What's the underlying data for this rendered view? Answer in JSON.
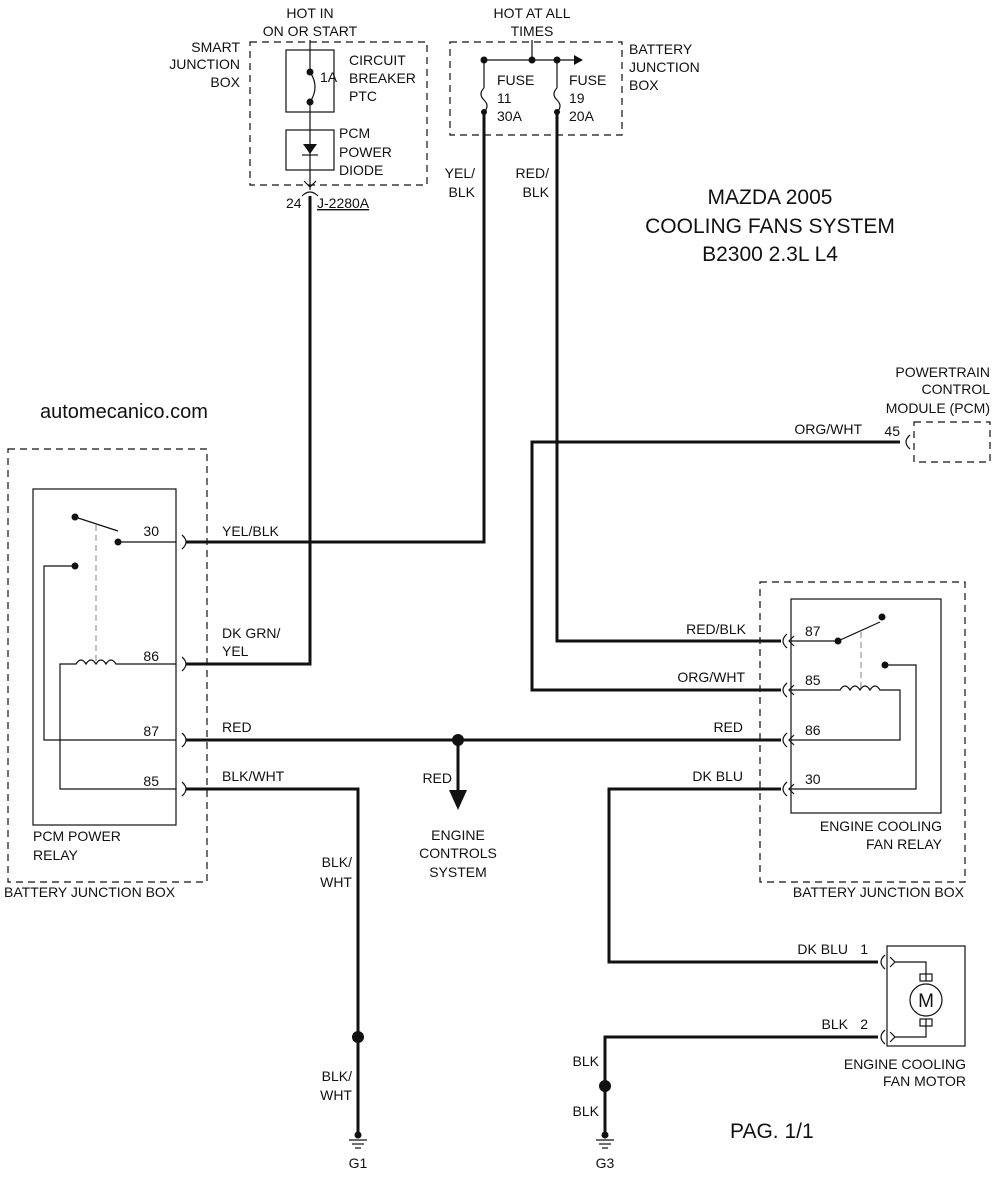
{
  "title": {
    "line1": "MAZDA 2005",
    "line2": "COOLING FANS SYSTEM",
    "line3": "B2300 2.3L L4"
  },
  "watermark": "automecanico.com",
  "page_label": "PAG. 1/1",
  "smart_junction_box": {
    "label": [
      "SMART",
      "JUNCTION",
      "BOX"
    ],
    "supply": [
      "HOT IN",
      "ON OR START"
    ],
    "breaker_rating": "1A",
    "breaker_label": [
      "CIRCUIT",
      "BREAKER",
      "PTC"
    ],
    "diode_label": [
      "PCM",
      "POWER",
      "DIODE"
    ],
    "pin": "24",
    "connector": "J-2280A"
  },
  "battery_junction_box_top": {
    "label": [
      "BATTERY",
      "JUNCTION",
      "BOX"
    ],
    "supply": [
      "HOT AT ALL",
      "TIMES"
    ],
    "fuse_a": [
      "FUSE",
      "11",
      "30A"
    ],
    "fuse_b": [
      "FUSE",
      "19",
      "20A"
    ]
  },
  "wires": {
    "yel_blk_vertical": [
      "YEL/",
      "BLK"
    ],
    "red_blk_vertical": [
      "RED/",
      "BLK"
    ],
    "yel_blk": "YEL/BLK",
    "dk_grn_yel": [
      "DK GRN/",
      "YEL"
    ],
    "red_left": "RED",
    "red_right": "RED",
    "red_down": "RED",
    "blk_wht": "BLK/WHT",
    "blk_wht_vertical_1": [
      "BLK/",
      "WHT"
    ],
    "blk_wht_vertical_2": [
      "BLK/",
      "WHT"
    ],
    "org_wht_top": "ORG/WHT",
    "red_blk": "RED/BLK",
    "org_wht": "ORG/WHT",
    "dk_blu_relay": "DK BLU",
    "dk_blu_motor": "DK BLU",
    "blk_motor": "BLK",
    "blk_vertical_1": "BLK",
    "blk_vertical_2": "BLK"
  },
  "pcm_relay": {
    "pins": [
      "30",
      "86",
      "87",
      "85"
    ],
    "label": [
      "PCM POWER",
      "RELAY"
    ],
    "box_label": "BATTERY JUNCTION BOX"
  },
  "pcm": {
    "label": [
      "POWERTRAIN",
      "CONTROL",
      "MODULE (PCM)"
    ],
    "pin": "45"
  },
  "engine_controls": [
    "ENGINE",
    "CONTROLS",
    "SYSTEM"
  ],
  "fan_relay": {
    "pins": [
      "87",
      "85",
      "86",
      "30"
    ],
    "label": [
      "ENGINE COOLING",
      "FAN RELAY"
    ],
    "box_label": "BATTERY JUNCTION BOX"
  },
  "fan_motor": {
    "pins": [
      "1",
      "2"
    ],
    "symbol": "M",
    "label": [
      "ENGINE COOLING",
      "FAN MOTOR"
    ]
  },
  "grounds": [
    "G1",
    "G3"
  ]
}
